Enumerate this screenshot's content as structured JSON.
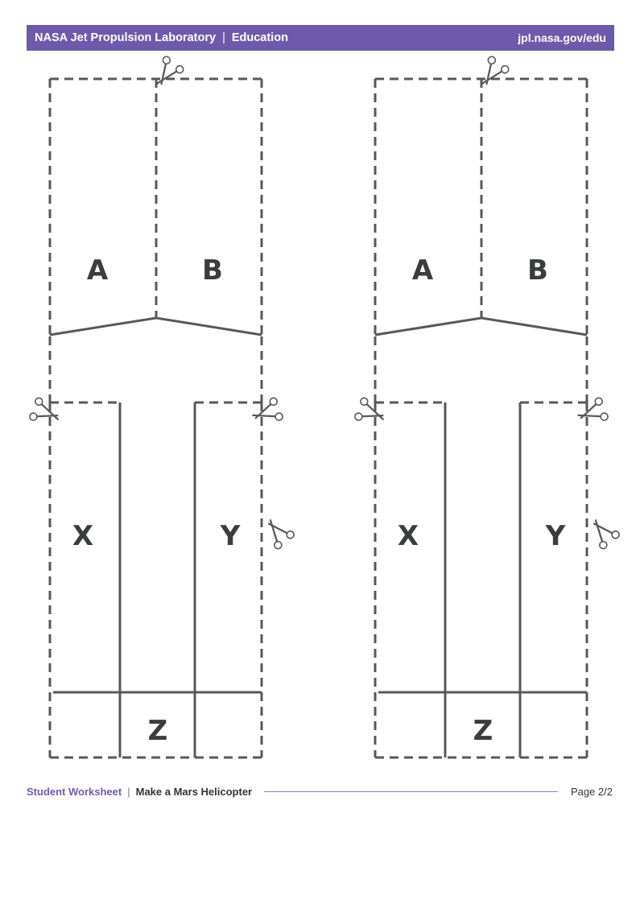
{
  "header": {
    "org": "NASA Jet Propulsion Laboratory",
    "section": "Education",
    "url": "jpl.nasa.gov/edu"
  },
  "templates": [
    {
      "labels": {
        "a": "A",
        "b": "B",
        "x": "X",
        "y": "Y",
        "z": "Z"
      }
    },
    {
      "labels": {
        "a": "A",
        "b": "B",
        "x": "X",
        "y": "Y",
        "z": "Z"
      }
    }
  ],
  "footer": {
    "worksheet": "Student Worksheet",
    "title": "Make a Mars Helicopter",
    "page": "Page 2/2"
  },
  "colors": {
    "header_bg": "#6e5aaa",
    "line": "#58585a",
    "dashed": "#58585a",
    "label": "#3a3c3e"
  }
}
